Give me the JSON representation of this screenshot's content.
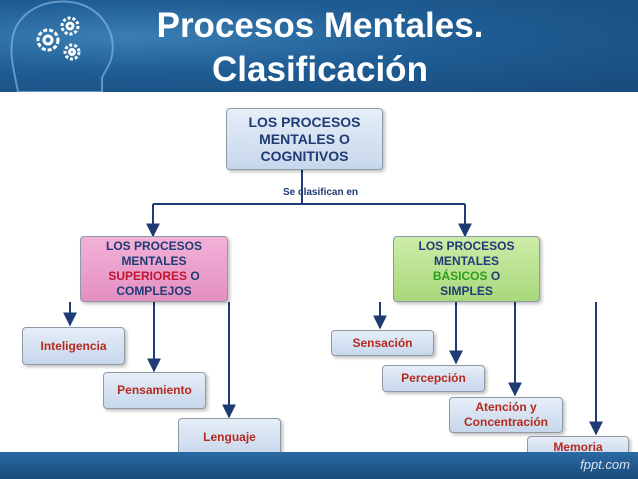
{
  "slide": {
    "title_line1": "Procesos Mentales.",
    "title_line2": "Clasificación",
    "brand": "fppt.com"
  },
  "diagram": {
    "root": [
      "LOS PROCESOS",
      "MENTALES O",
      "COGNITIVOS"
    ],
    "edge_label": "Se clasifican en",
    "superiores": {
      "line1": "LOS PROCESOS",
      "line2": "MENTALES",
      "line3_highlight": "SUPERIORES",
      "line3_rest": " O",
      "line4": "COMPLEJOS",
      "highlight_color": "#c0152f",
      "children": [
        "Inteligencia",
        "Pensamiento",
        "Lenguaje"
      ]
    },
    "basicos": {
      "line1": "LOS PROCESOS",
      "line2": "MENTALES",
      "line3_highlight": "BÁSICOS",
      "line3_rest": " O",
      "line4": "SIMPLES",
      "highlight_color": "#2c9e1d",
      "children": [
        "Sensación",
        "Percepción",
        "Atención y Concentración",
        "Memoria"
      ]
    }
  },
  "colors": {
    "header_blue": "#1f5d94",
    "box_blue": "#d6e2f1",
    "box_pink": "#e79ccb",
    "box_green": "#b5dd8c",
    "node_text": "#1f3b74",
    "leaf_text": "#b52a1e"
  }
}
